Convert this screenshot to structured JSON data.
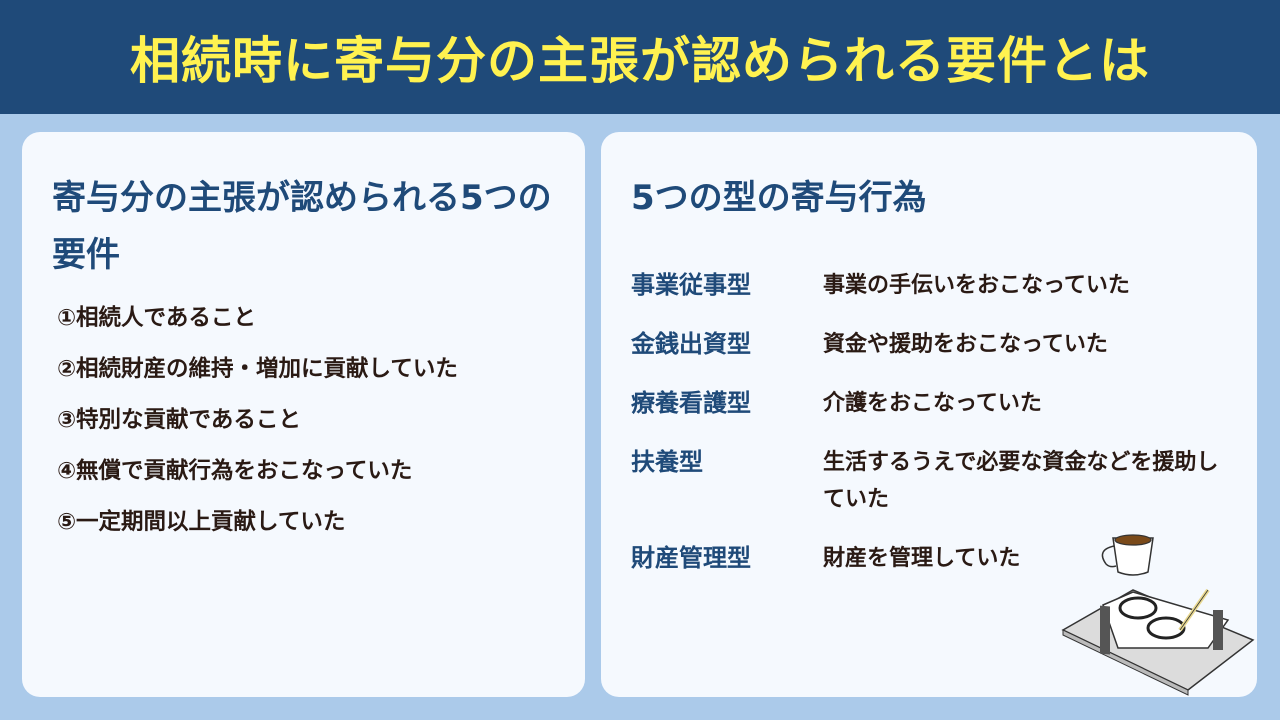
{
  "header": {
    "title": "相続時に寄与分の主張が認められる要件とは"
  },
  "left_card": {
    "title": "寄与分の主張が認められる5つの要件",
    "requirements": [
      "①相続人であること",
      "②相続財産の維持・増加に貢献していた",
      "③特別な貢献であること",
      "④無償で貢献行為をおこなっていた",
      "⑤一定期間以上貢献していた"
    ]
  },
  "right_card": {
    "title": "5つの型の寄与行為",
    "types": [
      {
        "name": "事業従事型",
        "desc": "事業の手伝いをおこなっていた"
      },
      {
        "name": "金銭出資型",
        "desc": "資金や援助をおこなっていた"
      },
      {
        "name": "療養看護型",
        "desc": "介護をおこなっていた"
      },
      {
        "name": "扶養型",
        "desc": "生活するうえで必要な資金などを援助していた"
      },
      {
        "name": "財産管理型",
        "desc": "財産を管理していた"
      }
    ]
  },
  "illustration": {
    "icon": "coffee-notebook-glasses-illustration"
  },
  "colors": {
    "header_bg": "#1f4a79",
    "title_yellow": "#fff250",
    "page_bg": "#abcaea",
    "card_bg": "#f5f9fe",
    "accent_blue": "#1f4a79",
    "body_text": "#2a1a14"
  }
}
